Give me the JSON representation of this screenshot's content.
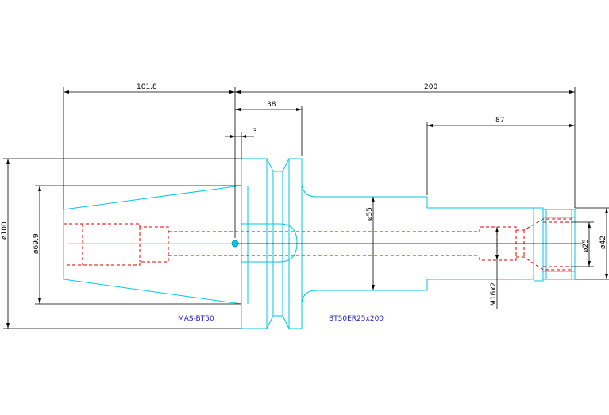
{
  "dimensions": {
    "d_101_8": "101.8",
    "d_200": "200",
    "d_38": "38",
    "d_3": "3",
    "d_87": "87",
    "d_phi100": "ø100",
    "d_phi69_9": "ø69.9",
    "d_phi55": "ø55",
    "d_phi42": "ø42",
    "d_phi25": "ø25",
    "d_m16": "M16x2"
  },
  "labels": {
    "left_part": "MAS-BT50",
    "right_part": "BT50ER25x200"
  },
  "colors": {
    "outline": "#00c8e0",
    "hidden": "#e00000",
    "dimension": "#000000",
    "label": "#2020c0"
  }
}
